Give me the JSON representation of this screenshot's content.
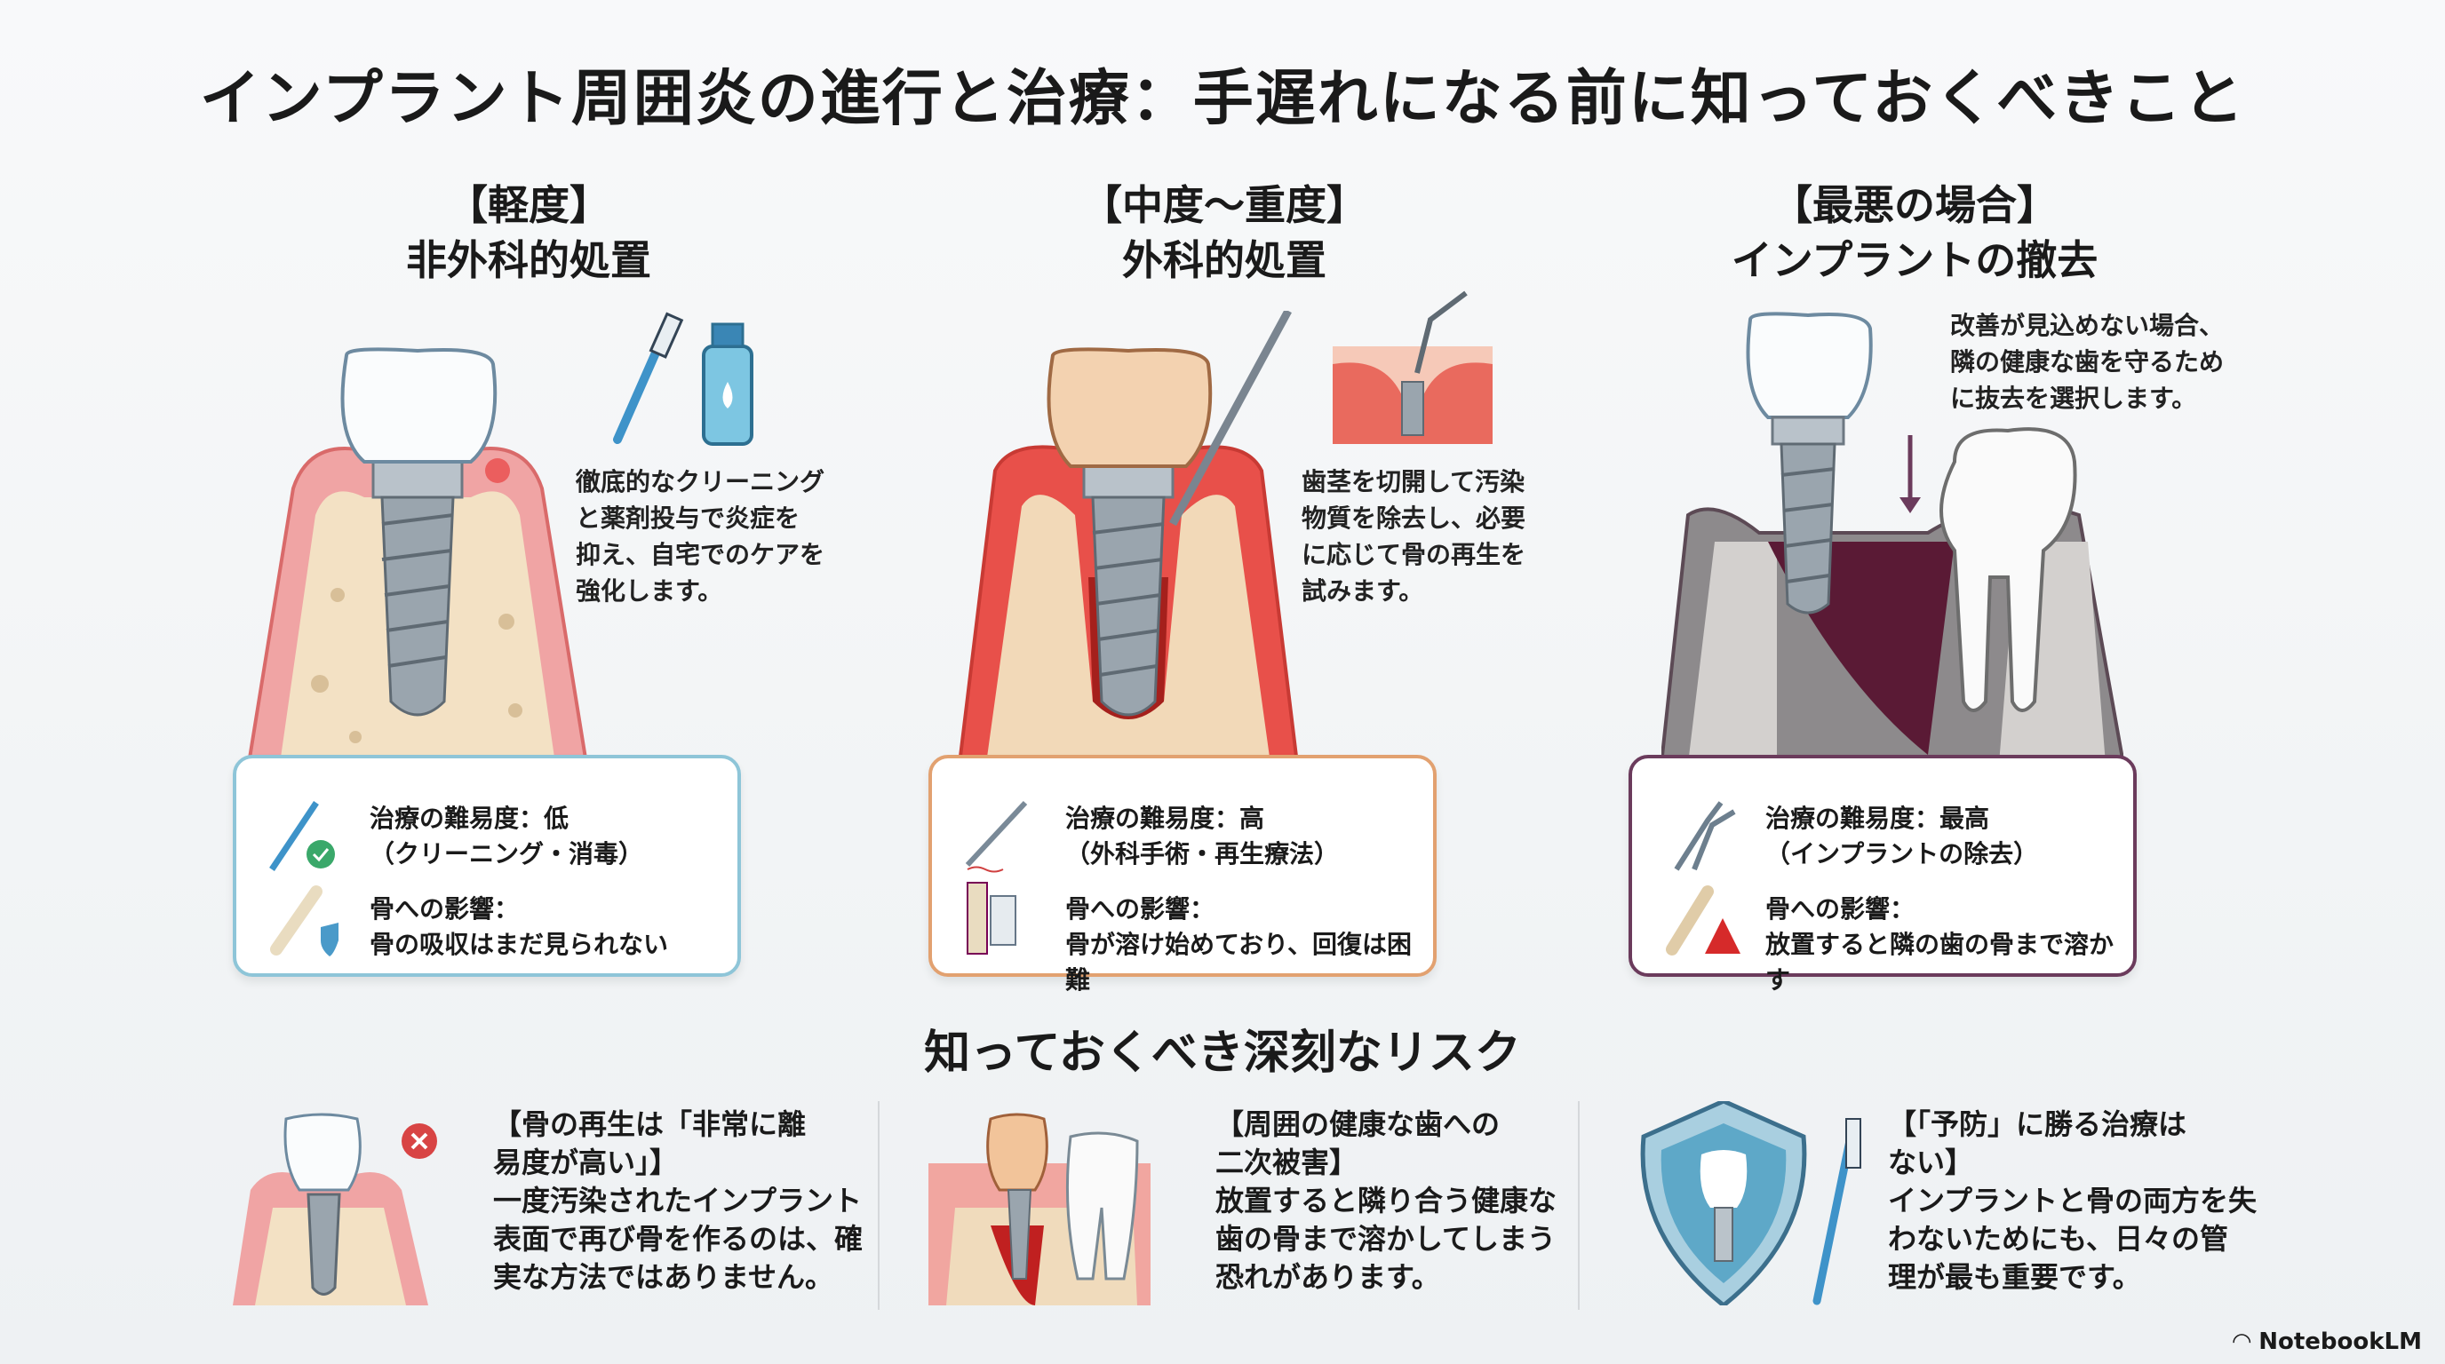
{
  "title": "インプラント周囲炎の進行と治療：手遅れになる前に知っておくべきこと",
  "stages": [
    {
      "tag": "【軽度】",
      "name": "非外科的処置",
      "description": [
        "徹底的なクリーニング",
        "と薬剤投与で炎症を",
        "抑え、自宅でのケアを",
        "強化します。"
      ],
      "difficulty_label": "治療の難易度：低",
      "difficulty_detail": "（クリーニング・消毒）",
      "bone_label": "骨への影響：",
      "bone_detail": "骨の吸収はまだ見られない",
      "accent": "#8ec5d8"
    },
    {
      "tag": "【中度〜重度】",
      "name": "外科的処置",
      "description": [
        "歯茎を切開して汚染",
        "物質を除去し、必要",
        "に応じて骨の再生を",
        "試みます。"
      ],
      "difficulty_label": "治療の難易度：高",
      "difficulty_detail": "（外科手術・再生療法）",
      "bone_label": "骨への影響：",
      "bone_detail": "骨が溶け始めており、回復は困難",
      "accent": "#e2a170"
    },
    {
      "tag": "【最悪の場合】",
      "name": "インプラントの撤去",
      "description": [
        "改善が見込めない場合、",
        "隣の健康な歯を守るため",
        "に抜去を選択します。"
      ],
      "difficulty_label": "治療の難易度：最高",
      "difficulty_detail": "（インプラントの除去）",
      "bone_label": "骨への影響：",
      "bone_detail": "放置すると隣の歯の骨まで溶かす",
      "accent": "#6b3b5c"
    }
  ],
  "risk_title": "知っておくべき深刻なリスク",
  "risks": [
    {
      "heading": [
        "【骨の再生は「非常に離",
        "易度が高い」】"
      ],
      "body": [
        "一度汚染されたインプラント",
        "表面で再び骨を作るのは、確",
        "実な方法ではありません。"
      ]
    },
    {
      "heading": [
        "【周囲の健康な歯への",
        "二次被害】"
      ],
      "body": [
        "放置すると隣り合う健康な",
        "歯の骨まで溶かしてしまう",
        "恐れがあります。"
      ]
    },
    {
      "heading": [
        "【「予防」に勝る治療は",
        "ない】"
      ],
      "body": [
        "インプラントと骨の両方を失",
        "わないためにも、日々の管",
        "理が最も重要です。"
      ]
    }
  ],
  "brand": "NotebookLM"
}
